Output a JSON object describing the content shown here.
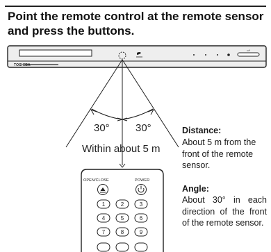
{
  "heading": "Point the remote control at the remote sensor and press the buttons.",
  "player": {
    "brand": "TOSHIBA"
  },
  "angle_left": "30°",
  "angle_right": "30°",
  "range_label": "Within about 5 m",
  "info": {
    "distance_heading": "Distance:",
    "distance_text": "About 5 m from the front of the remote sensor.",
    "angle_heading": "Angle:",
    "angle_text": "About 30° in each direction of the front of the remote sensor."
  },
  "remote": {
    "open_close_label": "OPEN/CLOSE",
    "power_label": "POWER",
    "number_keys": [
      "1",
      "2",
      "3",
      "4",
      "5",
      "6",
      "7",
      "8",
      "9"
    ]
  },
  "colors": {
    "ink": "#1a1a1a",
    "player_body": "#eeeeee",
    "background": "#ffffff"
  }
}
